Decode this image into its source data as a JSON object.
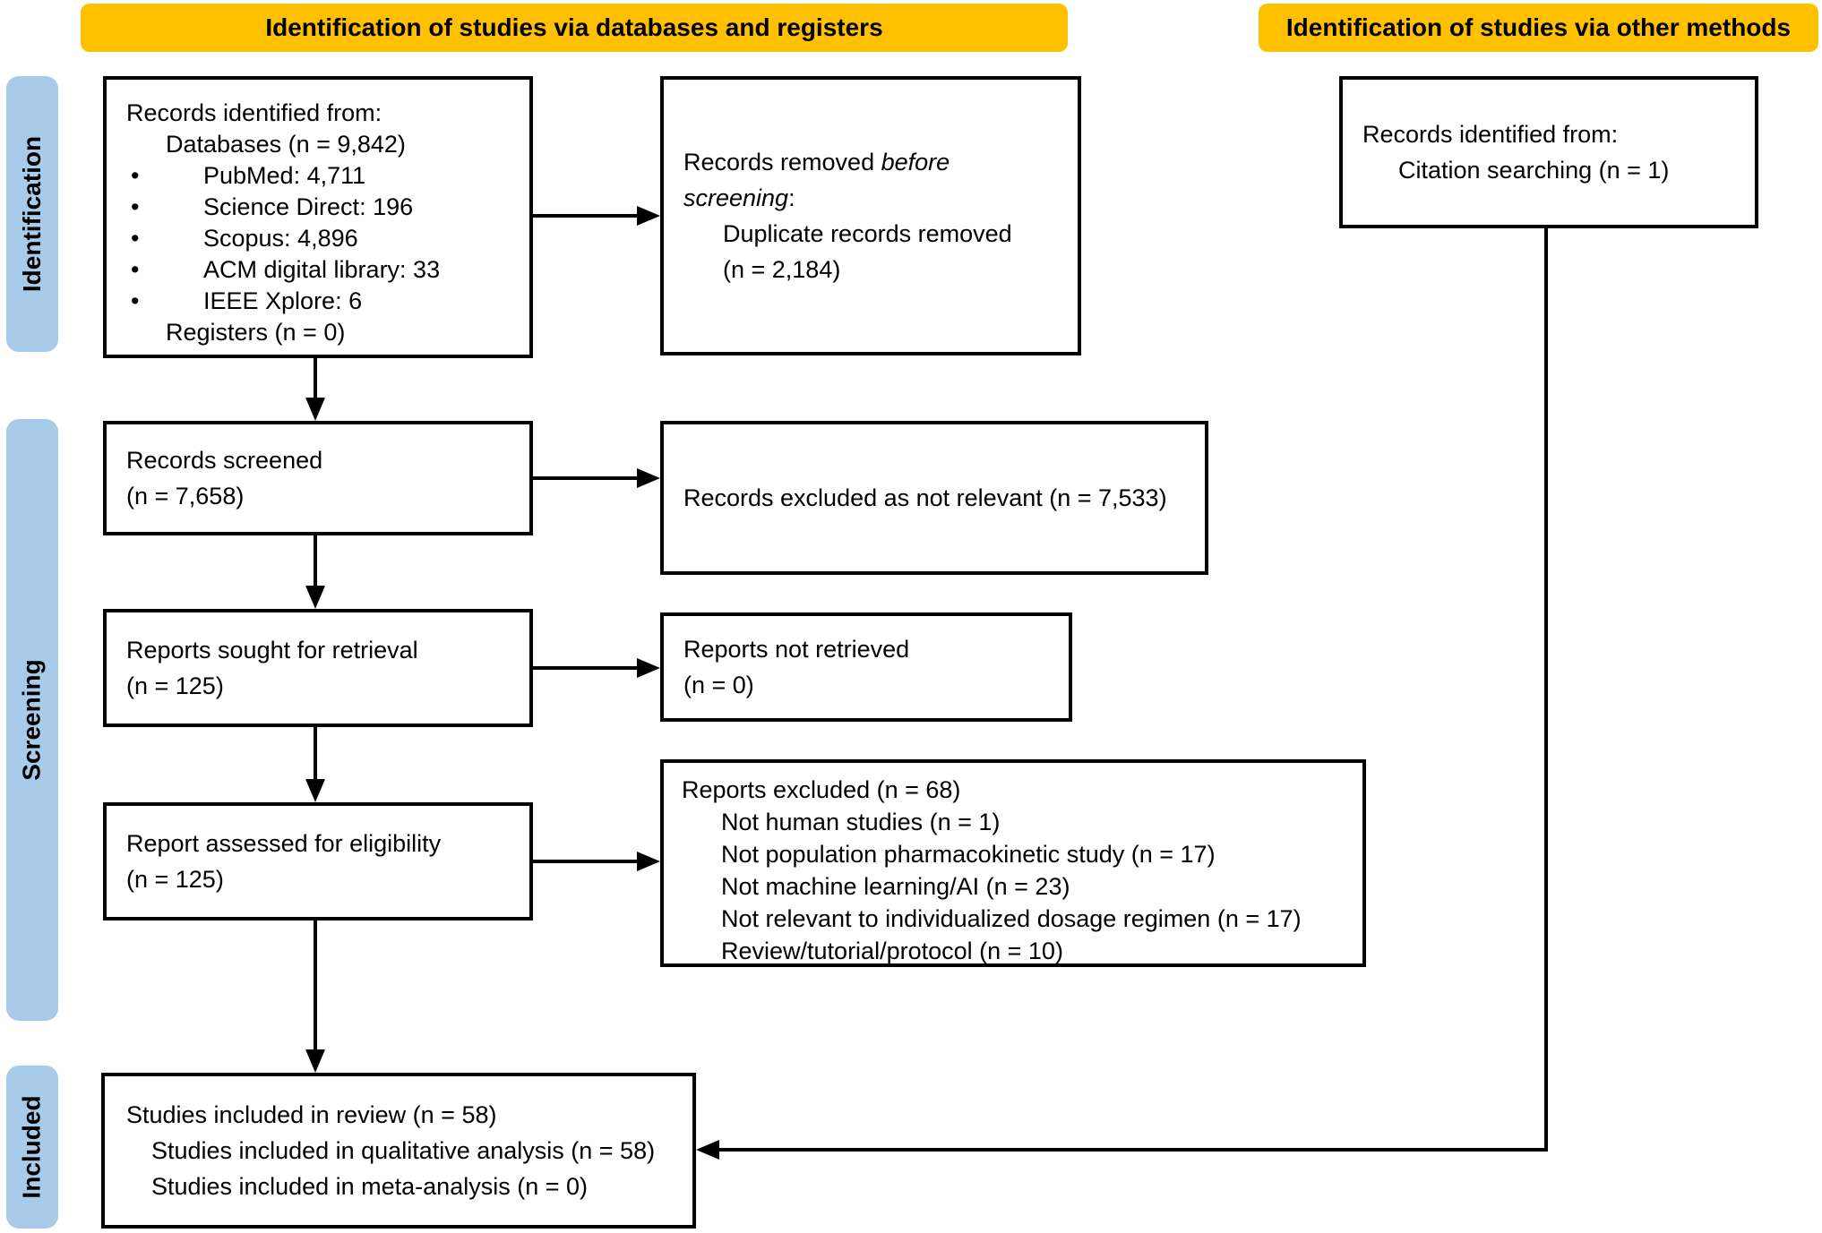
{
  "colors": {
    "header_bg": "#FFC000",
    "stage_bg": "#A8CBEA",
    "line": "#000000"
  },
  "headers": {
    "databases": "Identification of studies via databases and registers",
    "other": "Identification of studies via other methods"
  },
  "sidebar": {
    "identification": "Identification",
    "screening": "Screening",
    "included": "Included"
  },
  "boxes": {
    "records_identified": {
      "line1": "Records identified from:",
      "line2": "Databases (n = 9,842)",
      "bullets": [
        "PubMed: 4,711",
        "Science Direct: 196",
        "Scopus: 4,896",
        "ACM digital library: 33",
        "IEEE Xplore: 6"
      ],
      "line3": "Registers (n = 0)"
    },
    "records_removed": {
      "text_start": "Records removed",
      "italic_word1": "before",
      "italic_word2": "screening",
      "colon": ":",
      "detail_line1": "Duplicate records removed",
      "detail_line2": "(n = 2,184)"
    },
    "citation_identified": {
      "line1": "Records identified from:",
      "line2": "Citation searching (n = 1)"
    },
    "records_screened": {
      "line1": "Records screened",
      "line2": "(n = 7,658)"
    },
    "records_excluded": {
      "line1": "Records excluded as not relevant (n = 7,533)"
    },
    "reports_sought": {
      "line1": "Reports sought for retrieval",
      "line2": "(n = 125)"
    },
    "reports_not_retrieved": {
      "line1": "Reports not retrieved",
      "line2": "(n = 0)"
    },
    "reports_assessed": {
      "line1": "Report assessed for eligibility",
      "line2": "(n = 125)"
    },
    "reports_excluded": {
      "line1": "Reports excluded (n = 68)",
      "items": [
        "Not human studies (n = 1)",
        "Not population pharmacokinetic study (n = 17)",
        "Not machine learning/AI (n = 23)",
        "Not relevant to individualized dosage regimen (n = 17)",
        "Review/tutorial/protocol (n = 10)"
      ]
    },
    "studies_included": {
      "line1": "Studies included in review (n = 58)",
      "line2": "Studies included in qualitative analysis (n = 58)",
      "line3": "Studies included in meta-analysis (n = 0)"
    }
  }
}
